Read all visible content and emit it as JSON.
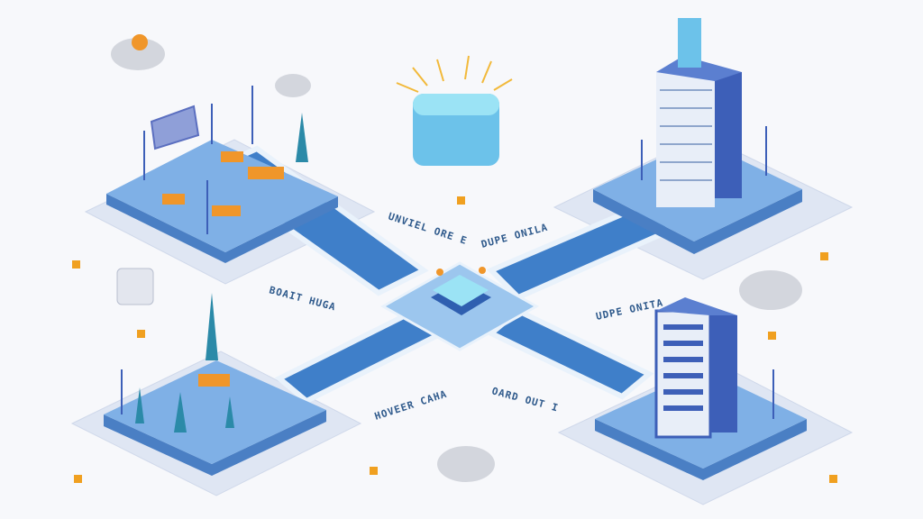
{
  "labels": {
    "top_left_road": "UNVIEL ORE E",
    "top_right_road": "DUPE ONILA",
    "left_road": "BOAIT HUGA",
    "right_road": "UDPE ONITA",
    "bottom_left_road": "HOVEER CAHA",
    "bottom_right_road": "OARD OUT I"
  },
  "colors": {
    "background": "#f7f8fb",
    "platform_top": "#7fb0e6",
    "platform_side": "#4a7fc4",
    "base": "#dfe6f3",
    "road": "#3f7fc9",
    "accent": "#f0962a",
    "building": "#3d5fb8",
    "cube": "#6cc2ea"
  }
}
